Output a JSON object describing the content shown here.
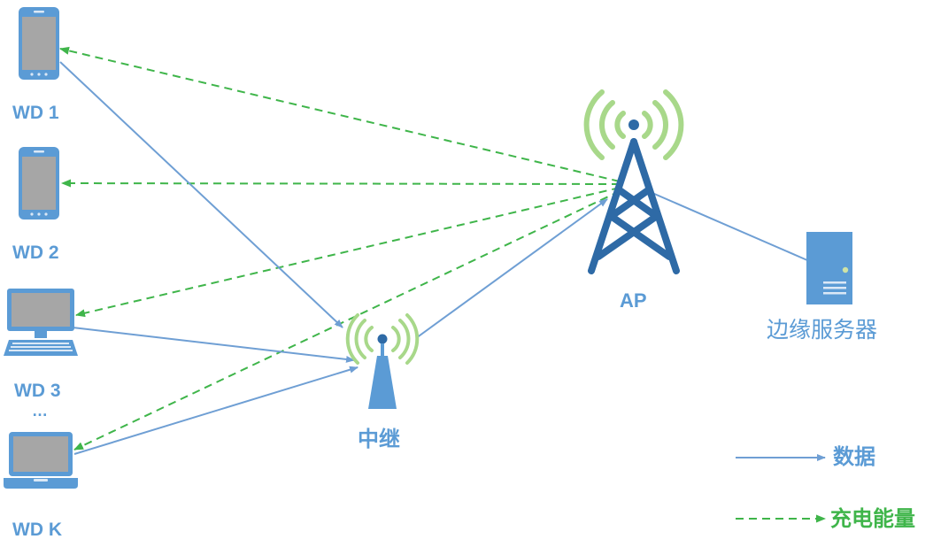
{
  "colors": {
    "data_link": "#6f9fd4",
    "energy_link": "#3fb54a",
    "device": "#5b9bd5",
    "screen": "#a6a6a6",
    "label": "#5b9bd5",
    "signal": "#a8d88a",
    "tower": "#2e6aa6"
  },
  "devices": [
    {
      "id": "wd1",
      "label": "WD 1",
      "kind": "phone"
    },
    {
      "id": "wd2",
      "label": "WD 2",
      "kind": "phone"
    },
    {
      "id": "wd3",
      "label": "WD 3",
      "kind": "desktop"
    },
    {
      "id": "wdk",
      "label": "WD K",
      "kind": "laptop"
    }
  ],
  "ellipsis": "…",
  "relay": {
    "label": "中继",
    "icon": "relay-antenna-icon"
  },
  "ap": {
    "label": "AP",
    "icon": "cell-tower-icon"
  },
  "server": {
    "label": "边缘服务器",
    "icon": "server-icon"
  },
  "legend": {
    "data": "数据",
    "energy": "充电能量"
  }
}
